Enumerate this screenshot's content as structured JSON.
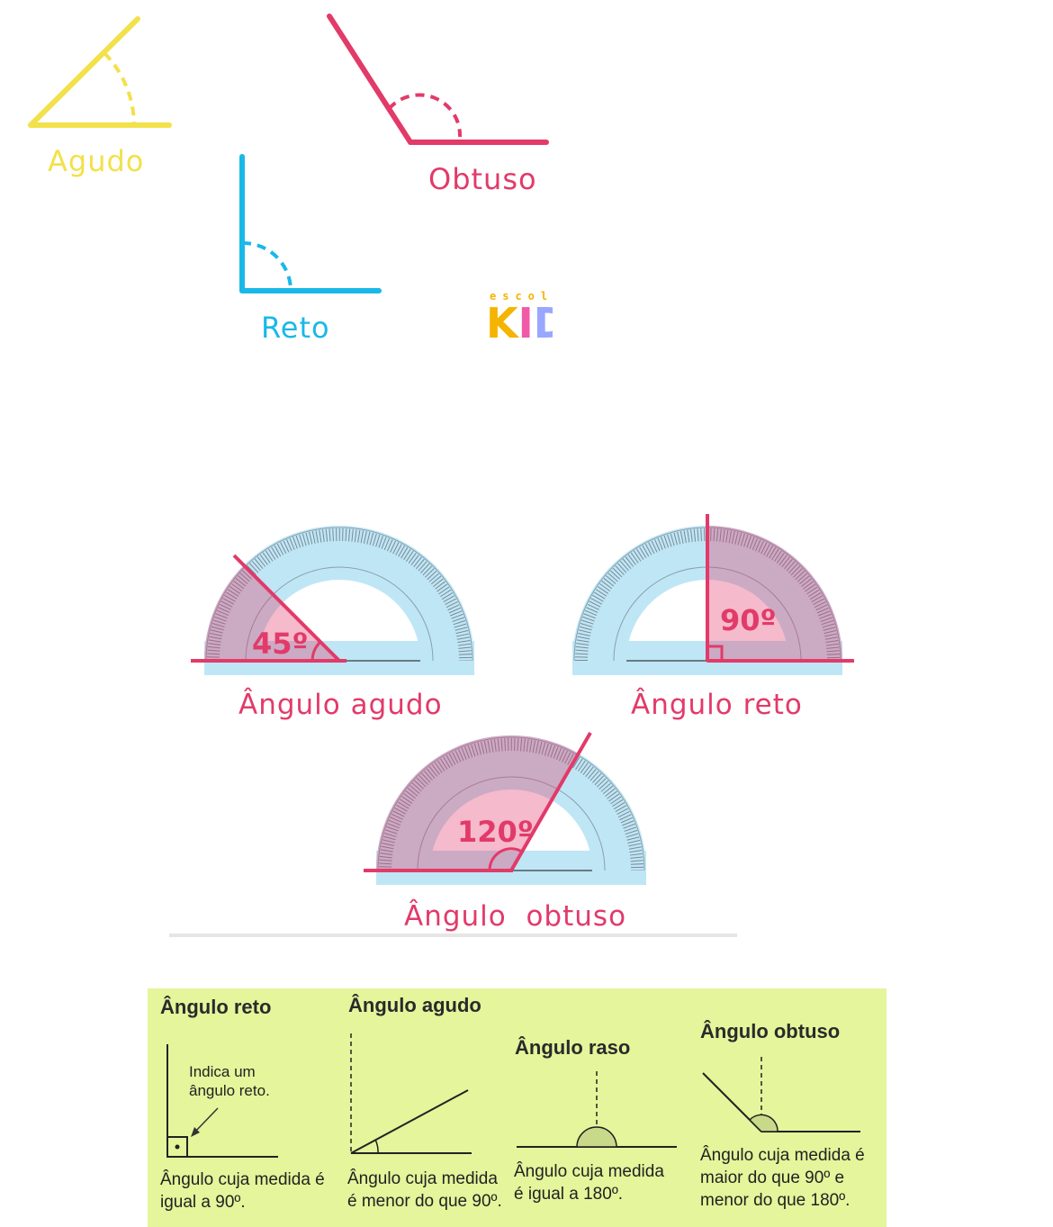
{
  "top": {
    "agudo": "Agudo",
    "obtuso": "Obtuso",
    "reto": "Reto",
    "logo": {
      "top": "escol",
      "main": "KIDS"
    }
  },
  "protractors": {
    "agudo": {
      "measure": "45º",
      "caption": "Ângulo agudo"
    },
    "reto": {
      "measure": "90º",
      "caption": "Ângulo reto"
    },
    "obtuso": {
      "measure": "120º",
      "caption": "Ângulo  obtuso"
    }
  },
  "panel": {
    "reto": {
      "title": "Ângulo reto",
      "note_1": "Indica um",
      "note_2": "ângulo reto.",
      "desc_1": "Ângulo cuja medida é",
      "desc_2": "igual a 90º."
    },
    "agudo": {
      "title": "Ângulo agudo",
      "desc_1": "Ângulo cuja medida",
      "desc_2": "é menor do que 90º."
    },
    "raso": {
      "title": "Ângulo raso",
      "desc_1": "Ângulo cuja medida",
      "desc_2": "é igual a 180º."
    },
    "obtuso": {
      "title": "Ângulo obtuso",
      "desc_1": "Ângulo cuja medida é",
      "desc_2": "maior do que 90º e",
      "desc_3": "menor do que 180º."
    }
  },
  "colors": {
    "yellow": "#f2e14a",
    "pink": "#e23a69",
    "blue": "#1ab8e8",
    "protractor": "#bfe6f5",
    "panel": "#e4f59b"
  }
}
